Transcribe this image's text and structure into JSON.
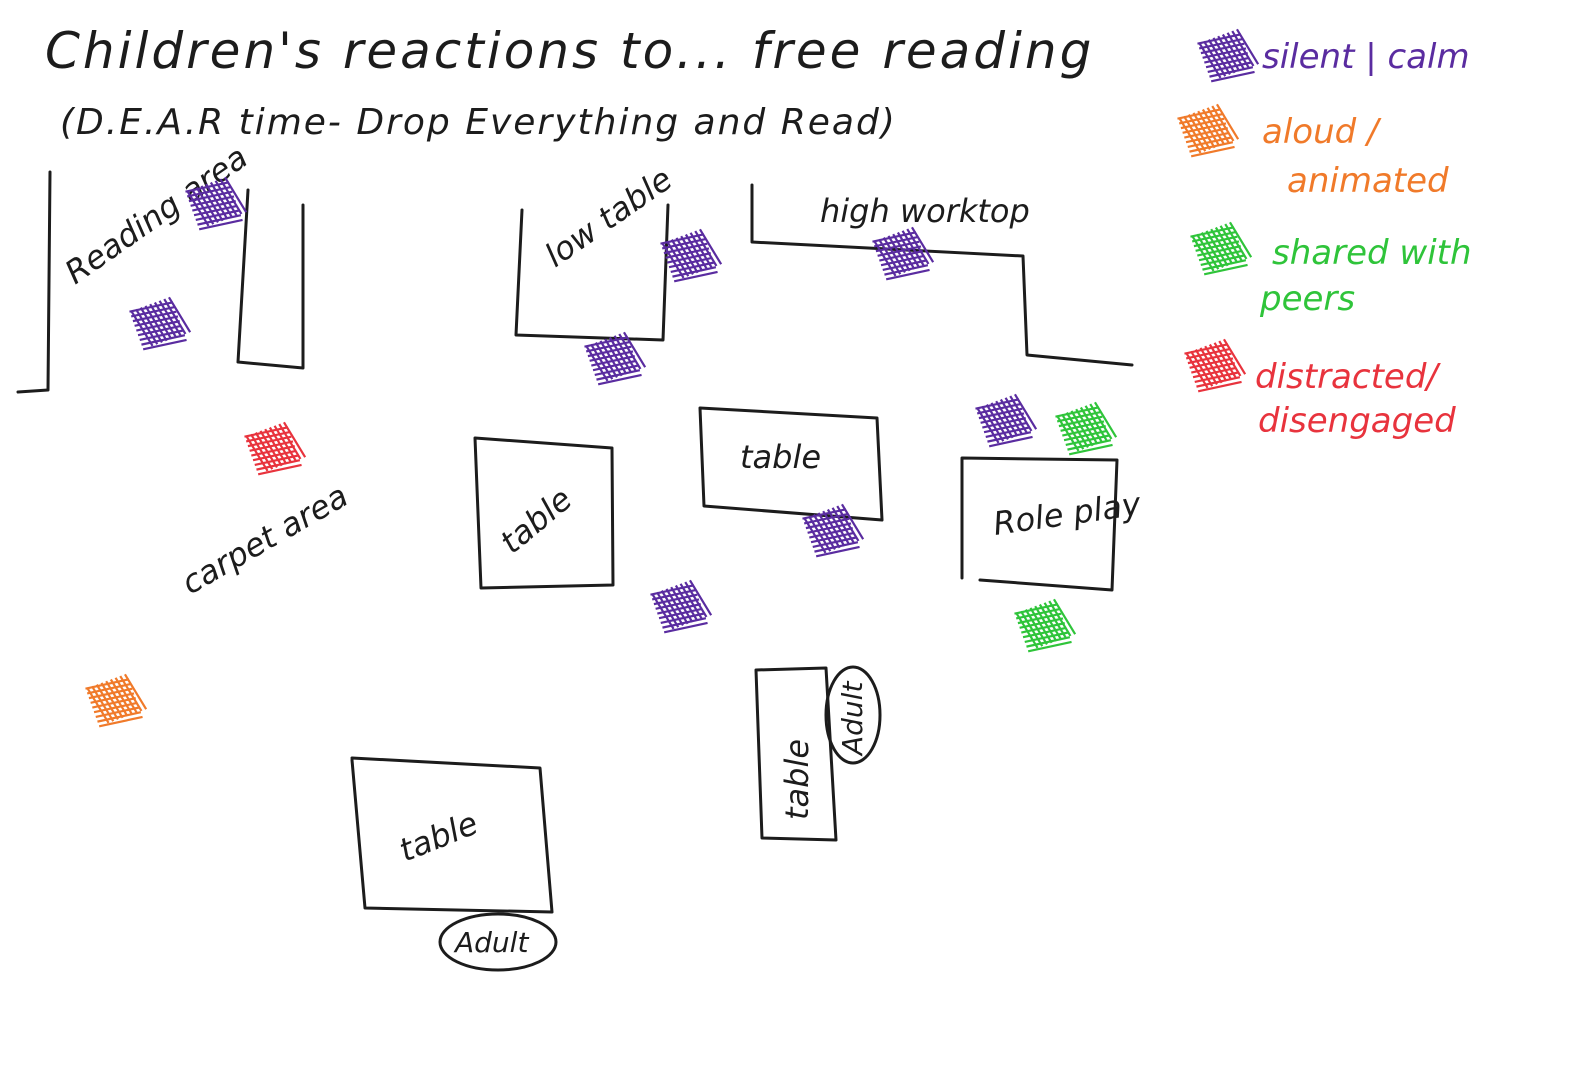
{
  "title": "Children's reactions to... free reading",
  "subtitle": "(D.E.A.R time- Drop Everything and Read)",
  "legend": [
    {
      "key": "silent",
      "line1": "silent | calm",
      "line2": "",
      "color": "#5a2ca0"
    },
    {
      "key": "aloud",
      "line1": "aloud /",
      "line2": "animated",
      "color": "#f07a2a"
    },
    {
      "key": "shared",
      "line1": "shared with",
      "line2": "peers",
      "color": "#2fc43a"
    },
    {
      "key": "distracted",
      "line1": "distracted/",
      "line2": "disengaged",
      "color": "#e8333d"
    }
  ],
  "areas": {
    "reading_area": "Reading area",
    "low_table": "low table",
    "high_worktop": "high worktop",
    "table_top": "table",
    "table_left": "table",
    "role_play": "Role play",
    "carpet_area": "carpet area",
    "table_vertical": "table",
    "adult_vertical": "Adult",
    "table_bottom": "table",
    "adult_bottom": "Adult"
  }
}
